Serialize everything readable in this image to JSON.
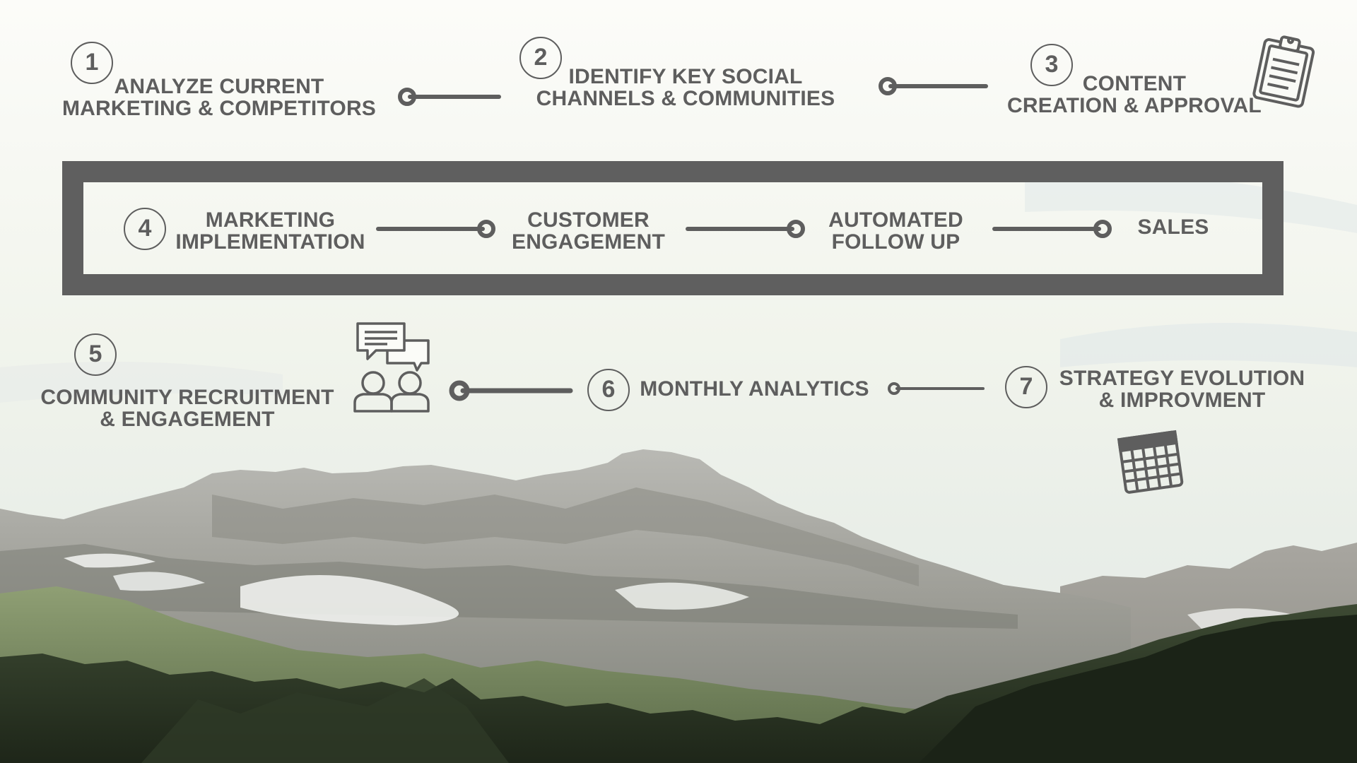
{
  "steps": [
    {
      "number": "1",
      "label": "ANALYZE CURRENT\nMARKETING & COMPETITORS"
    },
    {
      "number": "2",
      "label": "IDENTIFY KEY SOCIAL\nCHANNELS & COMMUNITIES"
    },
    {
      "number": "3",
      "label": "CONTENT\nCREATION & APPROVAL"
    },
    {
      "number": "4",
      "label": "MARKETING\nIMPLEMENTATION"
    },
    {
      "number": "5",
      "label": "COMMUNITY RECRUITMENT\n& ENGAGEMENT"
    },
    {
      "number": "6",
      "label": "MONTHLY ANALYTICS"
    },
    {
      "number": "7",
      "label": "STRATEGY EVOLUTION\n& IMPROVMENT"
    }
  ],
  "implementation_stages": [
    {
      "label": "CUSTOMER\nENGAGEMENT"
    },
    {
      "label": "AUTOMATED\nFOLLOW UP"
    },
    {
      "label": "SALES"
    }
  ],
  "icons": [
    "clipboard-icon",
    "chat-people-icon",
    "calendar-icon"
  ],
  "colors": {
    "ink": "#5e5e5e",
    "frame": "#5f5f5f",
    "sky": "#f4f6f0"
  }
}
